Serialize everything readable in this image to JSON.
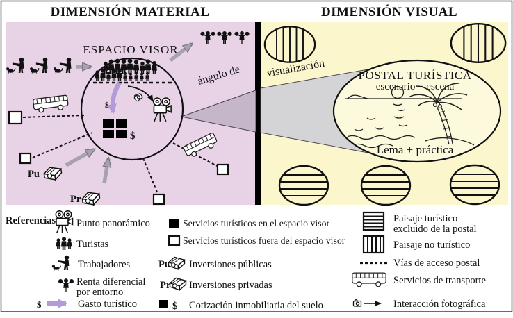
{
  "titles": {
    "material": "DIMENSIÓN MATERIAL",
    "visual": "DIMENSIÓN VISUAL"
  },
  "material": {
    "espacio_visor": "ESPACIO VISOR",
    "angle_part1": "ángulo de",
    "pu": "Pu",
    "pr": "Pr",
    "dollar": "$"
  },
  "visual": {
    "angle_part2": "visualización",
    "postal_title": "POSTAL TURÍSTICA",
    "postal_subtitle": "escenario + escena",
    "postal_footer": "Lema + práctica"
  },
  "legend": {
    "heading": "Referencias:",
    "items": {
      "punto_panoramico": "Punto panorámico",
      "turistas": "Turistas",
      "trabajadores": "Trabajadores",
      "renta_line1": "Renta diferencial",
      "renta_line2": "por entorno",
      "gasto": "Gasto turístico",
      "serv_en": "Servicios turísticos en el espacio visor",
      "serv_fuera": "Servicios turísticos fuera del espacio visor",
      "inv_publicas": "Inversiones públicas",
      "inv_privadas": "Inversiones privadas",
      "cotizacion": "Cotización inmobiliaria del suelo",
      "paisaje_excluido_1": "Paisaje turístico",
      "paisaje_excluido_2": "excluido de la postal",
      "paisaje_no": "Paisaje no turístico",
      "vias": "Vías de acceso postal",
      "transporte": "Servicios de transporte",
      "interaccion": "Interacción fotográfica",
      "pu": "Pu",
      "pr": "Pr",
      "dollar": "$"
    }
  },
  "icons": {
    "movie-camera-icon": "two-reel film camera on tripod",
    "mini-camera-icon": "compact photo camera",
    "tourists-icon": "group of person silhouettes",
    "worker-icon": "person silhouette with dog",
    "renta-icon": "person holding two money bags",
    "money-icon": "stack of banknotes",
    "bus-icon": "bus outline",
    "black-square-icon": "filled square",
    "white-square-icon": "outlined square",
    "h-striped-ellipse-icon": "ellipse with horizontal stripes",
    "v-striped-ellipse-icon": "ellipse with vertical stripes",
    "dashed-line-icon": "dashed line",
    "dollar-icon": "$"
  },
  "colors": {
    "pink_panel": "#e8d2e6",
    "yellow_panel": "#fcf6cd",
    "postal_fill": "#fdf9dc",
    "cone_pink": "#c6b6ca",
    "cone_gray": "#d4d4d6",
    "purple_arrow": "#b29bd6",
    "gray_arrow": "#a8a2ac",
    "ink": "#111111"
  }
}
